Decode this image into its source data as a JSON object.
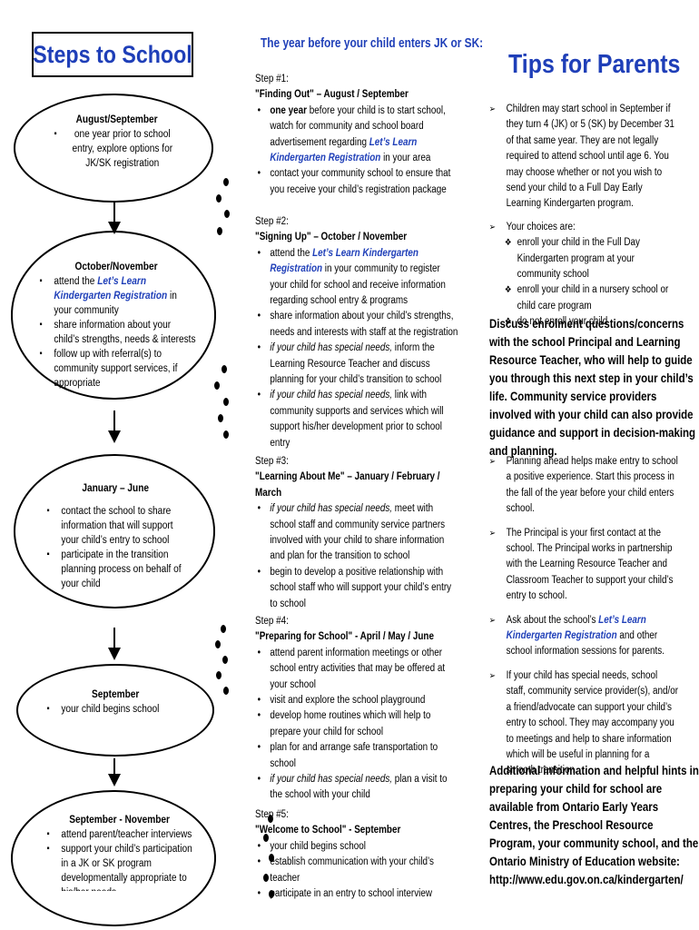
{
  "left": {
    "title": "Steps to School",
    "boxes": [
      {
        "heading": "August/September",
        "items": [
          "one year prior to school entry, explore options for JK/SK registration"
        ]
      },
      {
        "heading": "October/November",
        "items": [
          {
            "pre": "attend the ",
            "em": "Let’s Learn Kindergarten Registration",
            "post": " in your community"
          },
          "share information about your child’s strengths, needs & interests",
          "follow up with referral(s) to community support services, if appropriate"
        ]
      },
      {
        "heading": "January – June",
        "items": [
          "contact the school to share information that will support your child’s entry to school",
          "participate in the transition planning process on behalf of your child"
        ]
      },
      {
        "heading": "September",
        "items": [
          "your child begins school"
        ]
      },
      {
        "heading": "September - November",
        "items": [
          "attend parent/teacher interviews",
          "support your child’s participation in a JK or SK program developmentally appropriate to  his/her needs"
        ]
      }
    ]
  },
  "middle": {
    "heading": "The year before your child enters JK or SK:",
    "steps": [
      {
        "label": "Step #1:",
        "title": "\"Finding Out\" – August / September",
        "items": [
          {
            "b": "one year",
            "t": " before your child is to start school, watch for  community and school board advertisement regarding ",
            "em": "Let’s Learn Kindergarten Registration",
            "post": " in your area"
          },
          {
            "t": "contact your community school to ensure that you receive your child’s registration package"
          }
        ]
      },
      {
        "label": "Step #2:",
        "title": "\"Signing Up\" – October / November",
        "items": [
          {
            "t": "attend the ",
            "em": "Let’s Learn Kindergarten Registration",
            "post": " in your community to register your child for school and receive information regarding school entry & programs"
          },
          {
            "t": "share information about your child’s strengths, needs and interests with staff at the registration"
          },
          {
            "i": "if your child has special needs,",
            "t": " inform the Learning Resource Teacher and discuss planning for your child’s transition to school"
          },
          {
            "i": "if your child has special needs,",
            "t": " link with community supports and services which will support his/her development prior to school entry"
          }
        ]
      },
      {
        "label": "Step #3:",
        "title": "\"Learning About Me\" – January / February / March",
        "items": [
          {
            "i": "if your child has special needs,",
            "t": " meet with school staff and community service partners involved with your child to share information and plan for the transition to school"
          },
          {
            "t": "begin to develop a positive relationship with school staff who will support your child’s entry to school"
          }
        ]
      },
      {
        "label": "Step #4:",
        "title": "\"Preparing for School\" - April / May / June",
        "items": [
          {
            "t": "attend parent information meetings or other school entry activities that may be offered at your school"
          },
          {
            "t": "visit and explore the school playground"
          },
          {
            "t": "develop home routines which will help to prepare your child for school"
          },
          {
            "t": "plan for and arrange safe transportation to school"
          },
          {
            "i": "if your child has special needs,",
            "t": " plan a visit to the school with your child"
          }
        ]
      },
      {
        "label": "Step #5:",
        "title": "\"Welcome to School\" - September",
        "items": [
          {
            "t": "your child begins school"
          },
          {
            "t": "establish communication with your child’s teacher"
          },
          {
            "t": "participate in an entry to school interview"
          }
        ]
      }
    ]
  },
  "right": {
    "title": "Tips for Parents",
    "b1": "Children may start school in September if they turn 4 (JK) or 5 (SK) by December 31 of that same year.  They are not legally required to attend school until age 6. You may choose whether or not you wish to send your child to a Full Day Early Learning Kindergarten program.",
    "b2": "Your choices are:",
    "choices": [
      "enroll your child in the Full Day Kindergarten program at your community school",
      "enroll your child in a nursery school or child care program",
      "do not enroll your child"
    ],
    "bold1": "Discuss enrolment questions/concerns with the school Principal and Learning Resource Teacher, who will help to guide you through this next step in your child’s life.  Community service providers involved with your child can also provide guidance and support in decision-making and planning.",
    "b3": "Planning ahead helps make entry to school a positive experience.  Start this process in the fall of the year before your child enters school.",
    "b4": "The Principal is your first contact at the school. The Principal works in partnership with the Learning Resource Teacher and Classroom Teacher to support your child’s entry to school.",
    "b5_pre": "Ask about the school’s ",
    "b5_em": "Let’s Learn Kindergarten Registration",
    "b5_post": " and other school information sessions for parents.",
    "b6": "If your child has special needs, school staff, community service provider(s), and/or a friend/advocate can support your child’s entry to school.  They may accompany you to meetings and help to share information which will be useful in planning for a smooth transition.",
    "bold2": "Additional information and helpful hints in preparing your child for school are available from Ontario Early Years Centres, the Preschool Resource Program, your community school, and the Ontario Ministry of Education website:",
    "url": "http://www.edu.gov.on.ca/kindergarten/"
  }
}
